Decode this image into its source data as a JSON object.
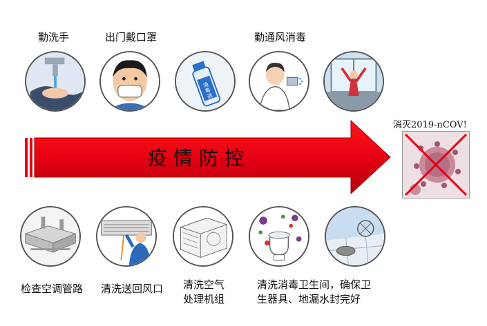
{
  "top_labels": {
    "hand_wash": "勤洗手",
    "mask": "出门戴口罩",
    "disinfect": "勤通风消毒"
  },
  "banner": {
    "text": "疫情防控",
    "color": "#e60012"
  },
  "virus": {
    "caption": "消灭2019-nCOV!"
  },
  "bottom_labels": {
    "check_ducts": "检查空调管路",
    "clean_vents": "清洗送回风口",
    "clean_ahu": "清洗空气\n处理机组",
    "clean_toilet": "清洗消毒卫生间，确保卫\n生器具、地漏水封完好"
  },
  "bottle_label": "消毒液"
}
